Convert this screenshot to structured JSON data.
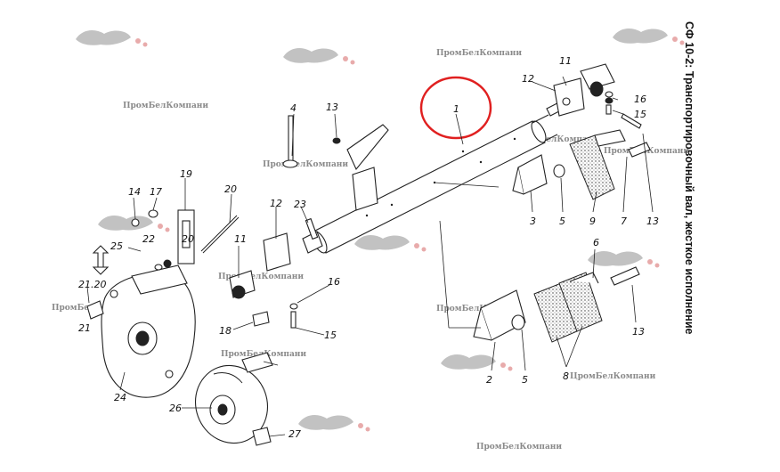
{
  "title": "СФ 10-2: Транспортировочный вал, жесткое исполнение",
  "watermark_text": "ПромБелКомпани",
  "watermark_text_alt": "ЦромБелКомпани",
  "highlight_color": "#e02020",
  "callouts": [
    "1",
    "2",
    "3",
    "4",
    "5",
    "5",
    "6",
    "7",
    "8",
    "9",
    "11",
    "11",
    "12",
    "12",
    "13",
    "13",
    "13",
    "14",
    "15",
    "15",
    "16",
    "16",
    "17",
    "18",
    "19",
    "20",
    "20",
    "21",
    "21.20",
    "22",
    "23",
    "24",
    "25",
    "26",
    "27"
  ]
}
